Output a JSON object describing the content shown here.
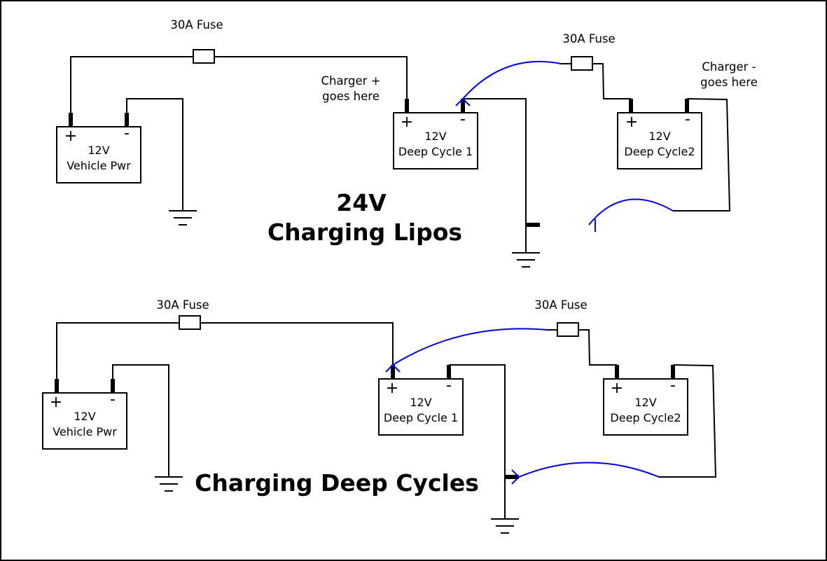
{
  "diagrams": [
    {
      "title_lines": [
        "24V",
        "Charging Lipos"
      ],
      "fuse_label": "30A Fuse",
      "fuse2_label": "30A Fuse",
      "note_plus": [
        "Charger +",
        "goes here"
      ],
      "note_minus": [
        "Charger -",
        "goes here"
      ],
      "batteries": [
        {
          "plus": "+",
          "minus": "-",
          "voltage": "12V",
          "name": "Vehicle Pwr"
        },
        {
          "plus": "+",
          "minus": "-",
          "voltage": "12V",
          "name": "Deep Cycle 1"
        },
        {
          "plus": "+",
          "minus": "-",
          "voltage": "12V",
          "name": "Deep Cycle2"
        }
      ]
    },
    {
      "title_lines": [
        "Charging Deep Cycles"
      ],
      "fuse_label": "30A Fuse",
      "fuse2_label": "30A Fuse",
      "batteries": [
        {
          "plus": "+",
          "minus": "-",
          "voltage": "12V",
          "name": "Vehicle Pwr"
        },
        {
          "plus": "+",
          "minus": "-",
          "voltage": "12V",
          "name": "Deep Cycle 1"
        },
        {
          "plus": "+",
          "minus": "-",
          "voltage": "12V",
          "name": "Deep Cycle2"
        }
      ]
    }
  ],
  "colors": {
    "wire": "#000000",
    "jumper": "#0000e0",
    "frame": "#000000"
  }
}
